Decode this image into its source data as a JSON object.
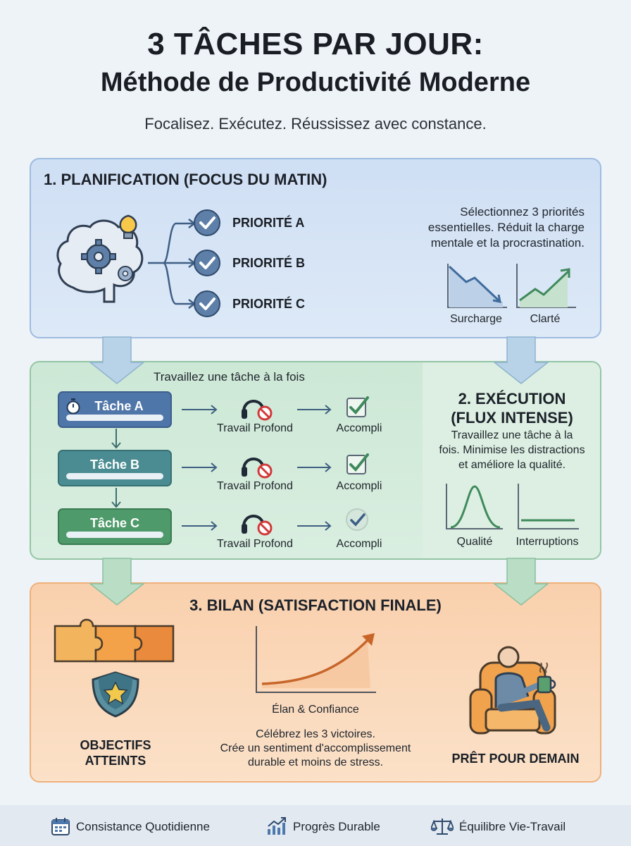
{
  "header": {
    "title_line1": "3 TÂCHES PAR JOUR:",
    "title_line2": "Méthode de Productivité Moderne",
    "tagline": "Focalisez. Exécutez. Réussissez avec constance."
  },
  "planning": {
    "title": "1. PLANIFICATION (FOCUS DU MATIN)",
    "priorities": [
      "PRIORITÉ A",
      "PRIORITÉ B",
      "PRIORITÉ C"
    ],
    "description_lines": [
      "Sélectionnez 3 priorités",
      "essentielles. Réduit la charge",
      "mentale et la procrastination."
    ],
    "graph_labels": [
      "Surcharge",
      "Clarté"
    ]
  },
  "execution": {
    "caption": "Travaillez une tâche à la fois",
    "tasks": [
      "Tâche A",
      "Tâche B",
      "Tâche C"
    ],
    "step_label": "Travail Profond",
    "done_label": "Accompli",
    "title_lines": [
      "2. EXÉCUTION",
      "(FLUX INTENSE)"
    ],
    "description_lines": [
      "Travaillez une tâche à la",
      "fois. Minimise les distractions",
      "et améliore la qualité."
    ],
    "graph_labels": [
      "Qualité",
      "Interruptions"
    ]
  },
  "review": {
    "title": "3. BILAN (SATISFACTION FINALE)",
    "goals_lines": [
      "OBJECTIFS",
      "ATTEINTS"
    ],
    "curve_label": "Élan & Confiance",
    "description_lines": [
      "Célébrez les 3 victoires.",
      "Crée un sentiment d'accomplissement",
      "durable et moins de stress."
    ],
    "ready_label": "PRÊT POUR DEMAIN"
  },
  "footer": {
    "items": [
      {
        "icon": "calendar-icon",
        "label": "Consistance Quotidienne"
      },
      {
        "icon": "growth-chart-icon",
        "label": "Progrès Durable"
      },
      {
        "icon": "balance-scale-icon",
        "label": "Équilibre Vie-Travail"
      }
    ]
  },
  "colors": {
    "planning_bg": "#cfdff4",
    "execution_bg": "#cde8d6",
    "review_bg": "#f9d0ad",
    "accent_blue": "#4e79ad",
    "accent_green": "#3f8a5c",
    "accent_orange": "#e0823a"
  }
}
